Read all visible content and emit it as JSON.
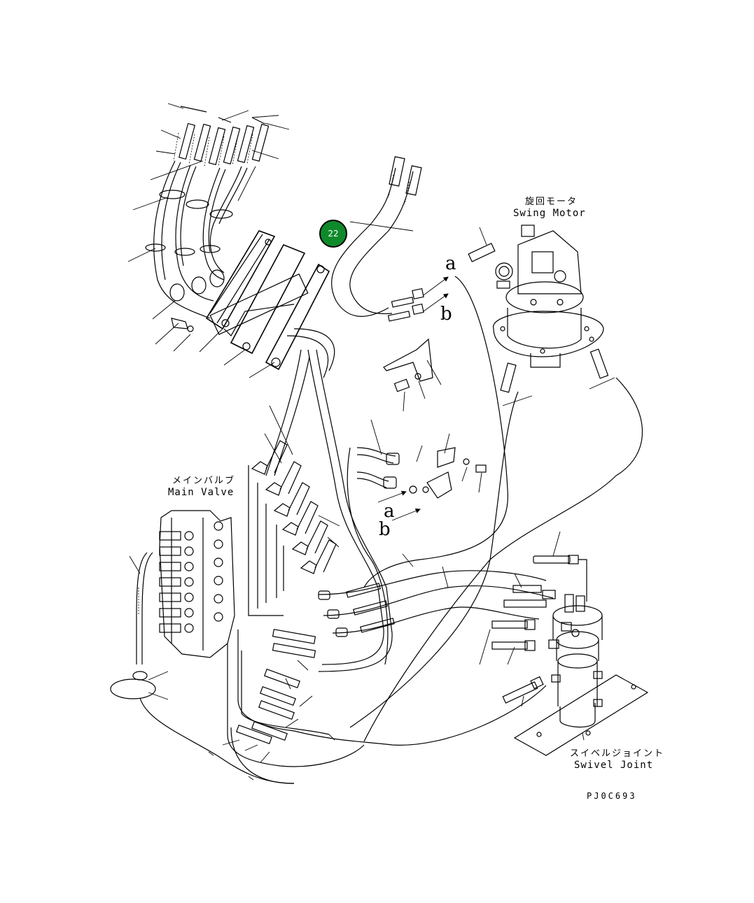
{
  "callout": {
    "number": "22",
    "color": "#0f8a2a"
  },
  "labels": {
    "swing_motor_jp": "旋回モータ",
    "swing_motor_en": "Swing Motor",
    "main_valve_jp": "メインバルブ",
    "main_valve_en": "Main Valve",
    "swivel_joint_jp": "スイベルジョイント",
    "swivel_joint_en": "Swivel Joint",
    "drawing_code": "PJ0C693"
  },
  "arrows": {
    "upper_a": "a",
    "upper_b": "b",
    "lower_a": "a",
    "lower_b": "b"
  }
}
